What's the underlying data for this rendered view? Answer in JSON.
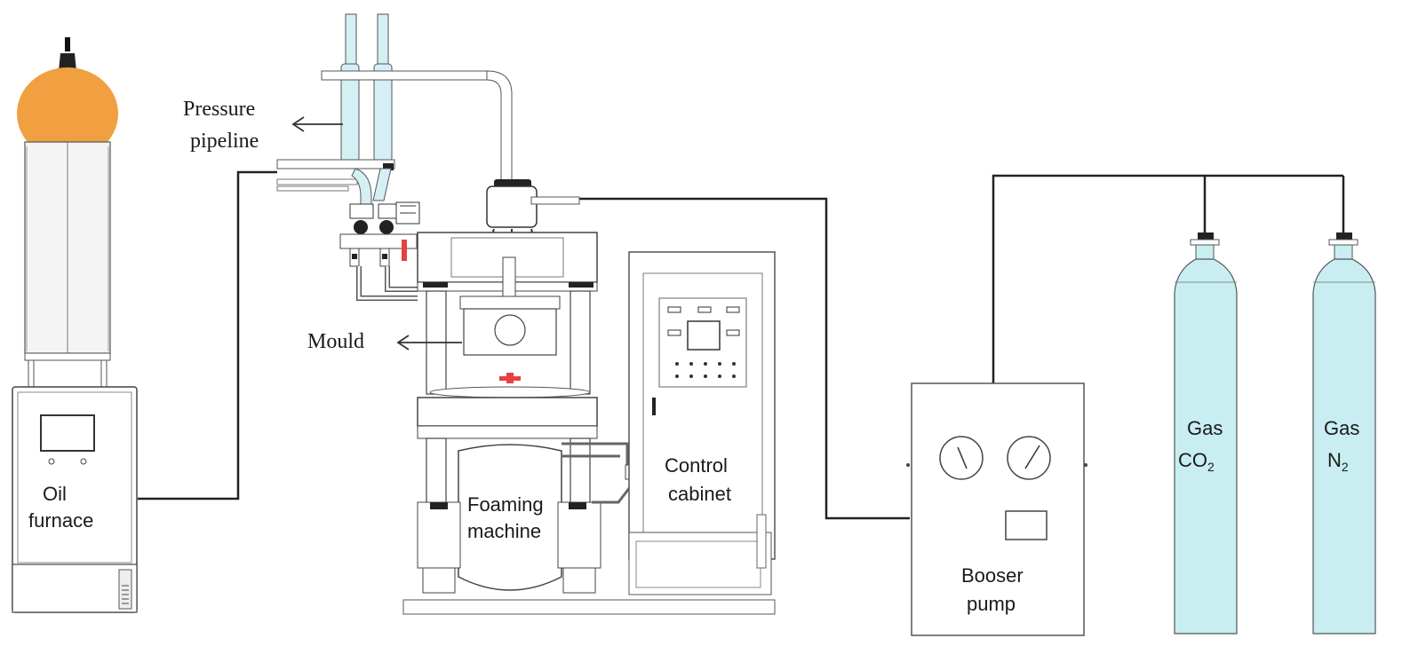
{
  "labels": {
    "oil_furnace": [
      "Oil",
      "furnace"
    ],
    "pressure_pipeline": [
      "Pressure",
      "pipeline"
    ],
    "mould": "Mould",
    "foaming_machine": [
      "Foaming",
      "machine"
    ],
    "control_cabinet": [
      "Control",
      "cabinet"
    ],
    "booster_pump": [
      "Booser",
      "pump"
    ],
    "gas_co2": {
      "line1": "Gas",
      "base": "CO",
      "sub": "2"
    },
    "gas_n2": {
      "line1": "Gas",
      "base": "N",
      "sub": "2"
    }
  },
  "colors": {
    "furnace_cap": "#f0a040",
    "cylinder": "#c8eef2",
    "pipe_light": "#d4f0f4",
    "line": "#222222"
  }
}
